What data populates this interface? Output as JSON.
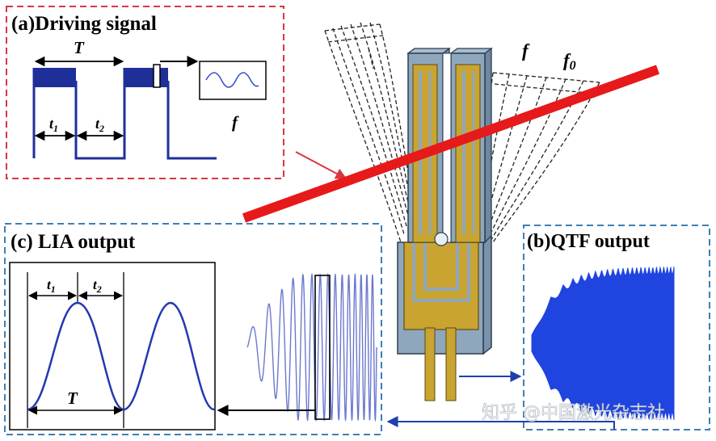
{
  "panel_a": {
    "title": "(a)Driving signal",
    "period": "T",
    "t1": "t",
    "t1_sub": "1",
    "t2": "t",
    "t2_sub": "2",
    "freq": "f"
  },
  "panel_b": {
    "title": "(b)QTF output"
  },
  "panel_c": {
    "title": "(c) LIA output",
    "t1": "t",
    "t1_sub": "1",
    "t2": "t",
    "t2_sub": "2",
    "period": "T"
  },
  "qtf": {
    "label_f": "f",
    "label_f0": "f",
    "label_f0_sub": "0"
  },
  "watermark": "知乎 @中国激光杂志社",
  "colors": {
    "red_dashed": "#d9363e",
    "blue_dashed": "#3f7fb5",
    "signal_blue": "#1f2f9a",
    "laser_red": "#e61a1a",
    "gold": "#c9a431",
    "steel": "#8fa7bd"
  }
}
